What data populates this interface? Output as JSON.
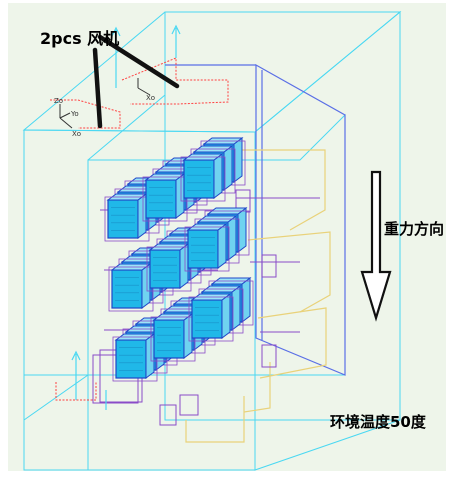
{
  "labels": {
    "fan": "2pcs 风机",
    "gravity": "重力方向",
    "ambient": "环境温度50度"
  },
  "axis_labels": {
    "z": "Zo",
    "y": "Yo",
    "x": "Xo"
  },
  "colors": {
    "background_green": "#eef5ea",
    "frame_cyan": "#4ad8f2",
    "panel_blue": "#5a6fe6",
    "module_fill": "#20b8e8",
    "module_outline": "#2046c8",
    "board_purple": "#8a4cc8",
    "wire_yellow": "#e9d27a",
    "fan_red": "#ff4040",
    "arrow_black": "#111111",
    "text_black": "#000000"
  },
  "icons": {
    "gravity_arrow": "hollow-down-arrow-icon",
    "fan_pointer": "thick-line-pointer-icon",
    "fan_marker": "up-arrow-marker-icon",
    "axes": "coordinate-axes-icon"
  }
}
